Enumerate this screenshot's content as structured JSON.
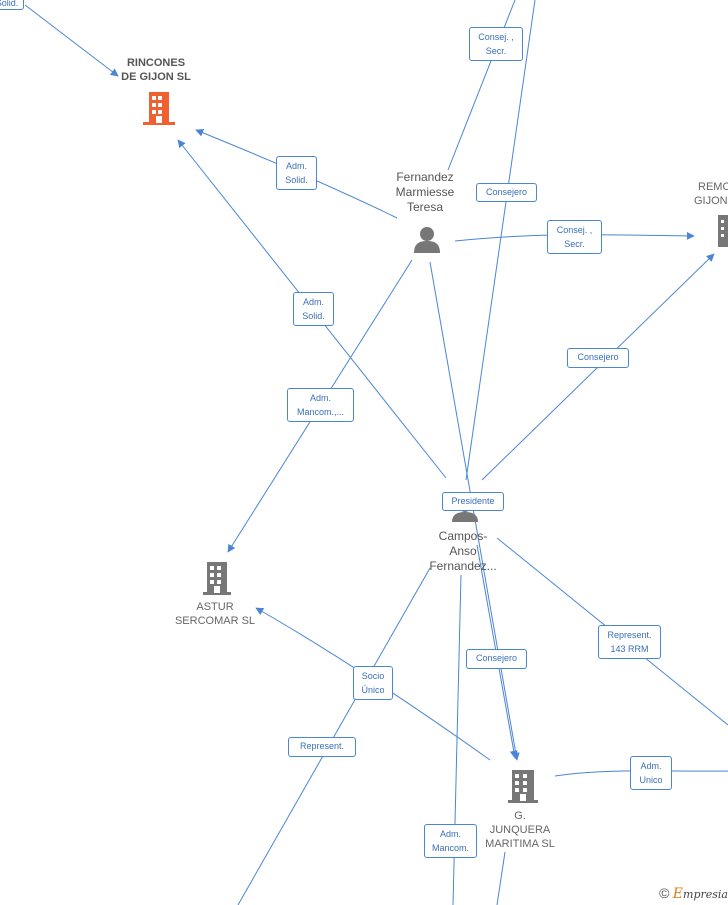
{
  "nodes": {
    "rincones": {
      "line1": "RINCONES",
      "line2": "DE GIJON  SL",
      "color": "#f06030"
    },
    "remo": {
      "line1": "REMO",
      "line2": "GIJON"
    },
    "astur": {
      "line1": "ASTUR",
      "line2": "SERCOMAR  SL"
    },
    "junquera": {
      "line1": "G.",
      "line2": "JUNQUERA",
      "line3": "MARITIMA SL"
    },
    "fernandez": {
      "line1": "Fernandez",
      "line2": "Marmiesse",
      "line3": "Teresa"
    },
    "campos": {
      "line1": "Campos-",
      "line2": "Anso",
      "line3": "Fernandez..."
    }
  },
  "edge_labels": {
    "top_left": {
      "line1": "Solid."
    },
    "consej_secr_top": {
      "line1": "Consej. ,",
      "line2": "Secr."
    },
    "adm_solid_1": {
      "line1": "Adm.",
      "line2": "Solid."
    },
    "consejero_1": {
      "line1": "Consejero"
    },
    "consej_secr_right": {
      "line1": "Consej. ,",
      "line2": "Secr."
    },
    "adm_solid_2": {
      "line1": "Adm.",
      "line2": "Solid."
    },
    "adm_mancom_1": {
      "line1": "Adm.",
      "line2": "Mancom.,..."
    },
    "consejero_2": {
      "line1": "Consejero"
    },
    "presidente": {
      "line1": "Presidente"
    },
    "represent_143": {
      "line1": "Represent.",
      "line2": "143 RRM"
    },
    "socio_unico": {
      "line1": "Socio",
      "line2": "Único"
    },
    "consejero_3": {
      "line1": "Consejero"
    },
    "represent": {
      "line1": "Represent."
    },
    "adm_unico": {
      "line1": "Adm.",
      "line2": "Unico"
    },
    "adm_mancom_2": {
      "line1": "Adm.",
      "line2": "Mancom."
    }
  },
  "colors": {
    "edge": "#4a86d4",
    "building": "#777777",
    "person": "#777777",
    "highlight": "#f06030"
  },
  "footer": {
    "copyright": "©",
    "brand_initial": "E",
    "brand_rest": "mpresia"
  }
}
